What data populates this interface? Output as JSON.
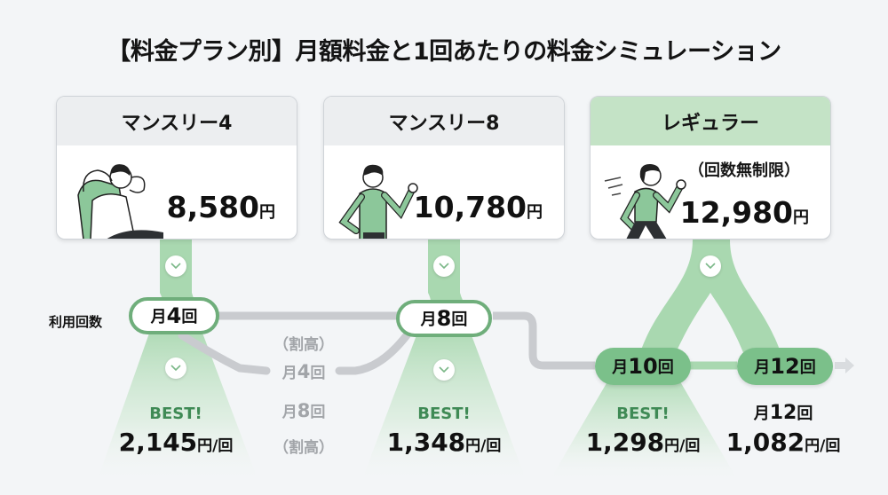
{
  "title": "【料金プラン別】月額料金と1回あたりの料金シミュレーション",
  "colors": {
    "background": "#f3f5f7",
    "accent_green": "#7bc08a",
    "light_green": "#a9d8b0",
    "border_green": "#6fae7b",
    "best_text": "#3f8a55",
    "gray_line": "#c9cbcf",
    "gray_text": "#a2a5a9"
  },
  "plans": [
    {
      "name": "マンスリー4",
      "price": "8,580",
      "yen": "円",
      "figure": "relaxing-person-icon"
    },
    {
      "name": "マンスリー8",
      "price": "10,780",
      "yen": "円",
      "figure": "cheering-person-icon"
    },
    {
      "name": "レギュラー",
      "note": "（回数無制限）",
      "price": "12,980",
      "yen": "円",
      "figure": "running-woman-icon"
    }
  ],
  "usage_label": "利用回数",
  "usage_nodes": [
    {
      "prefix": "月",
      "num": "4",
      "suffix": "回"
    },
    {
      "prefix": "月",
      "num": "8",
      "suffix": "回"
    },
    {
      "prefix": "月",
      "num": "10",
      "suffix": "回"
    },
    {
      "prefix": "月",
      "num": "12",
      "suffix": "回"
    }
  ],
  "expensive_paths": [
    {
      "label_top": "（割高）",
      "count_prefix": "月",
      "count_num": "4",
      "count_suffix": "回"
    },
    {
      "count_prefix": "月",
      "count_num": "8",
      "count_suffix": "回",
      "label_bottom": "（割高）"
    }
  ],
  "results": [
    {
      "badge": "BEST!",
      "price": "2,145",
      "unit": "円/回"
    },
    {
      "badge": "BEST!",
      "price": "1,348",
      "unit": "円/回"
    },
    {
      "badge": "BEST!",
      "price": "1,298",
      "unit": "円/回"
    },
    {
      "count_prefix": "月",
      "count_num": "12",
      "count_suffix": "回",
      "price": "1,082",
      "unit": "円/回"
    }
  ]
}
